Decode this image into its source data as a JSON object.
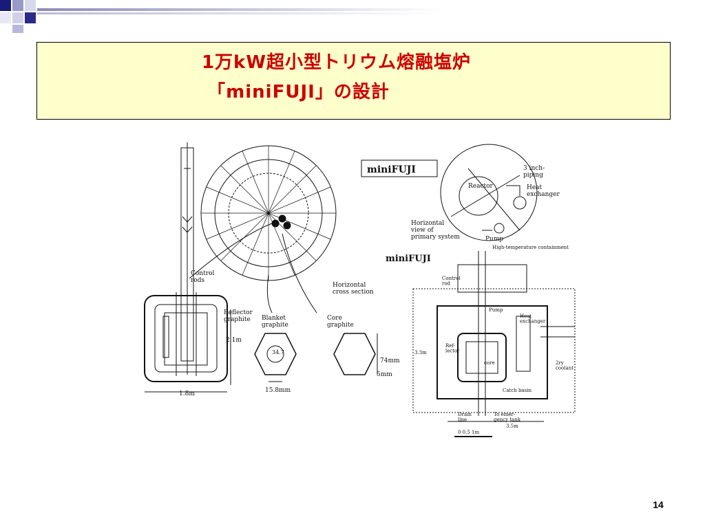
{
  "slide": {
    "title_line1": "1万kW超小型トリウム熔融塩炉",
    "title_line2": "「miniFUJI」の設計",
    "page_number": "14"
  },
  "figure": {
    "left_labels": {
      "control_rods": "Control\nrods",
      "reflector": "Reflector\ngraphite",
      "height": "2.1m",
      "width": "1.8m"
    },
    "center_labels": {
      "heading": "miniFUJI",
      "horizontal_cross_section": "Horizontal\ncross section",
      "blanket_graphite": "Blanket\ngraphite",
      "core_graphite": "Core\ngraphite",
      "dim_74": "74mm",
      "dim_5": "5mm",
      "dim_158": "15.8mm",
      "dim_347": "34.7"
    },
    "right_top_labels": {
      "reactor": "Reactor",
      "piping": "3 inch-\npiping",
      "heat_exchanger": "Heat\nexchanger",
      "horizontal_view": "Horizontal\nview of\nprimary system",
      "pump": "Pump"
    },
    "right_bottom_labels": {
      "heading": "miniFUJI",
      "containment": "High-temperature containment",
      "control_rod": "Control\nrod",
      "pump": "Pump",
      "heat_exchanger": "Heat\nexchanger",
      "reflector": "Ref-\nlector",
      "core": "core",
      "height": "3.3m",
      "coolant": "2ry\ncoolant",
      "catch_basin": "Catch basin",
      "drain_line": "Drain\nline",
      "emergency_tank": "To emer-\ngency tank",
      "width": "3.5m",
      "scale": "0   0.5   1m"
    }
  },
  "colors": {
    "title": "#cc0000",
    "title_bg": "#ffffcc"
  }
}
